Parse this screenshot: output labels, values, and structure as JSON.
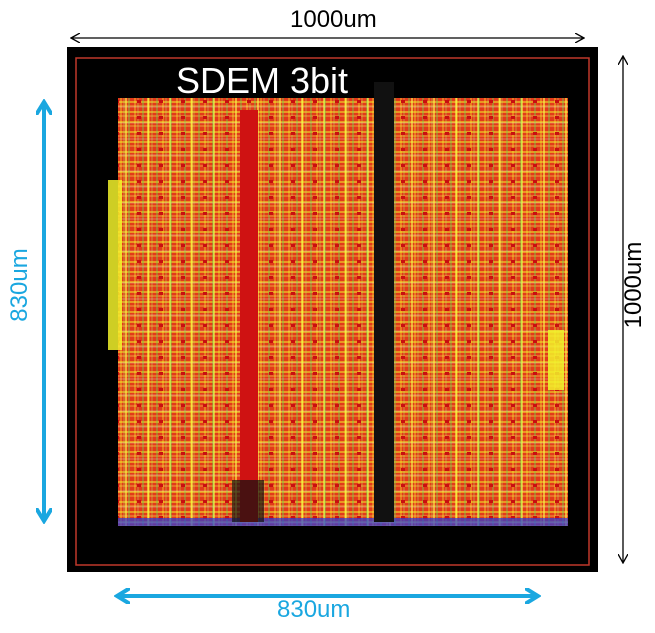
{
  "title": "SDEM 3bit",
  "dimensions": {
    "top": "1000um",
    "right": "1000um",
    "left": "830um",
    "bottom": "830um"
  },
  "colors": {
    "die_background": "#000000",
    "die_border": "#c0392b",
    "core_fill": "#e23a1a",
    "route_yellow": "#f2f22a",
    "route_green": "#6cd44a",
    "accent_blue": "#1aa7e0",
    "arrow_black": "#000000"
  }
}
